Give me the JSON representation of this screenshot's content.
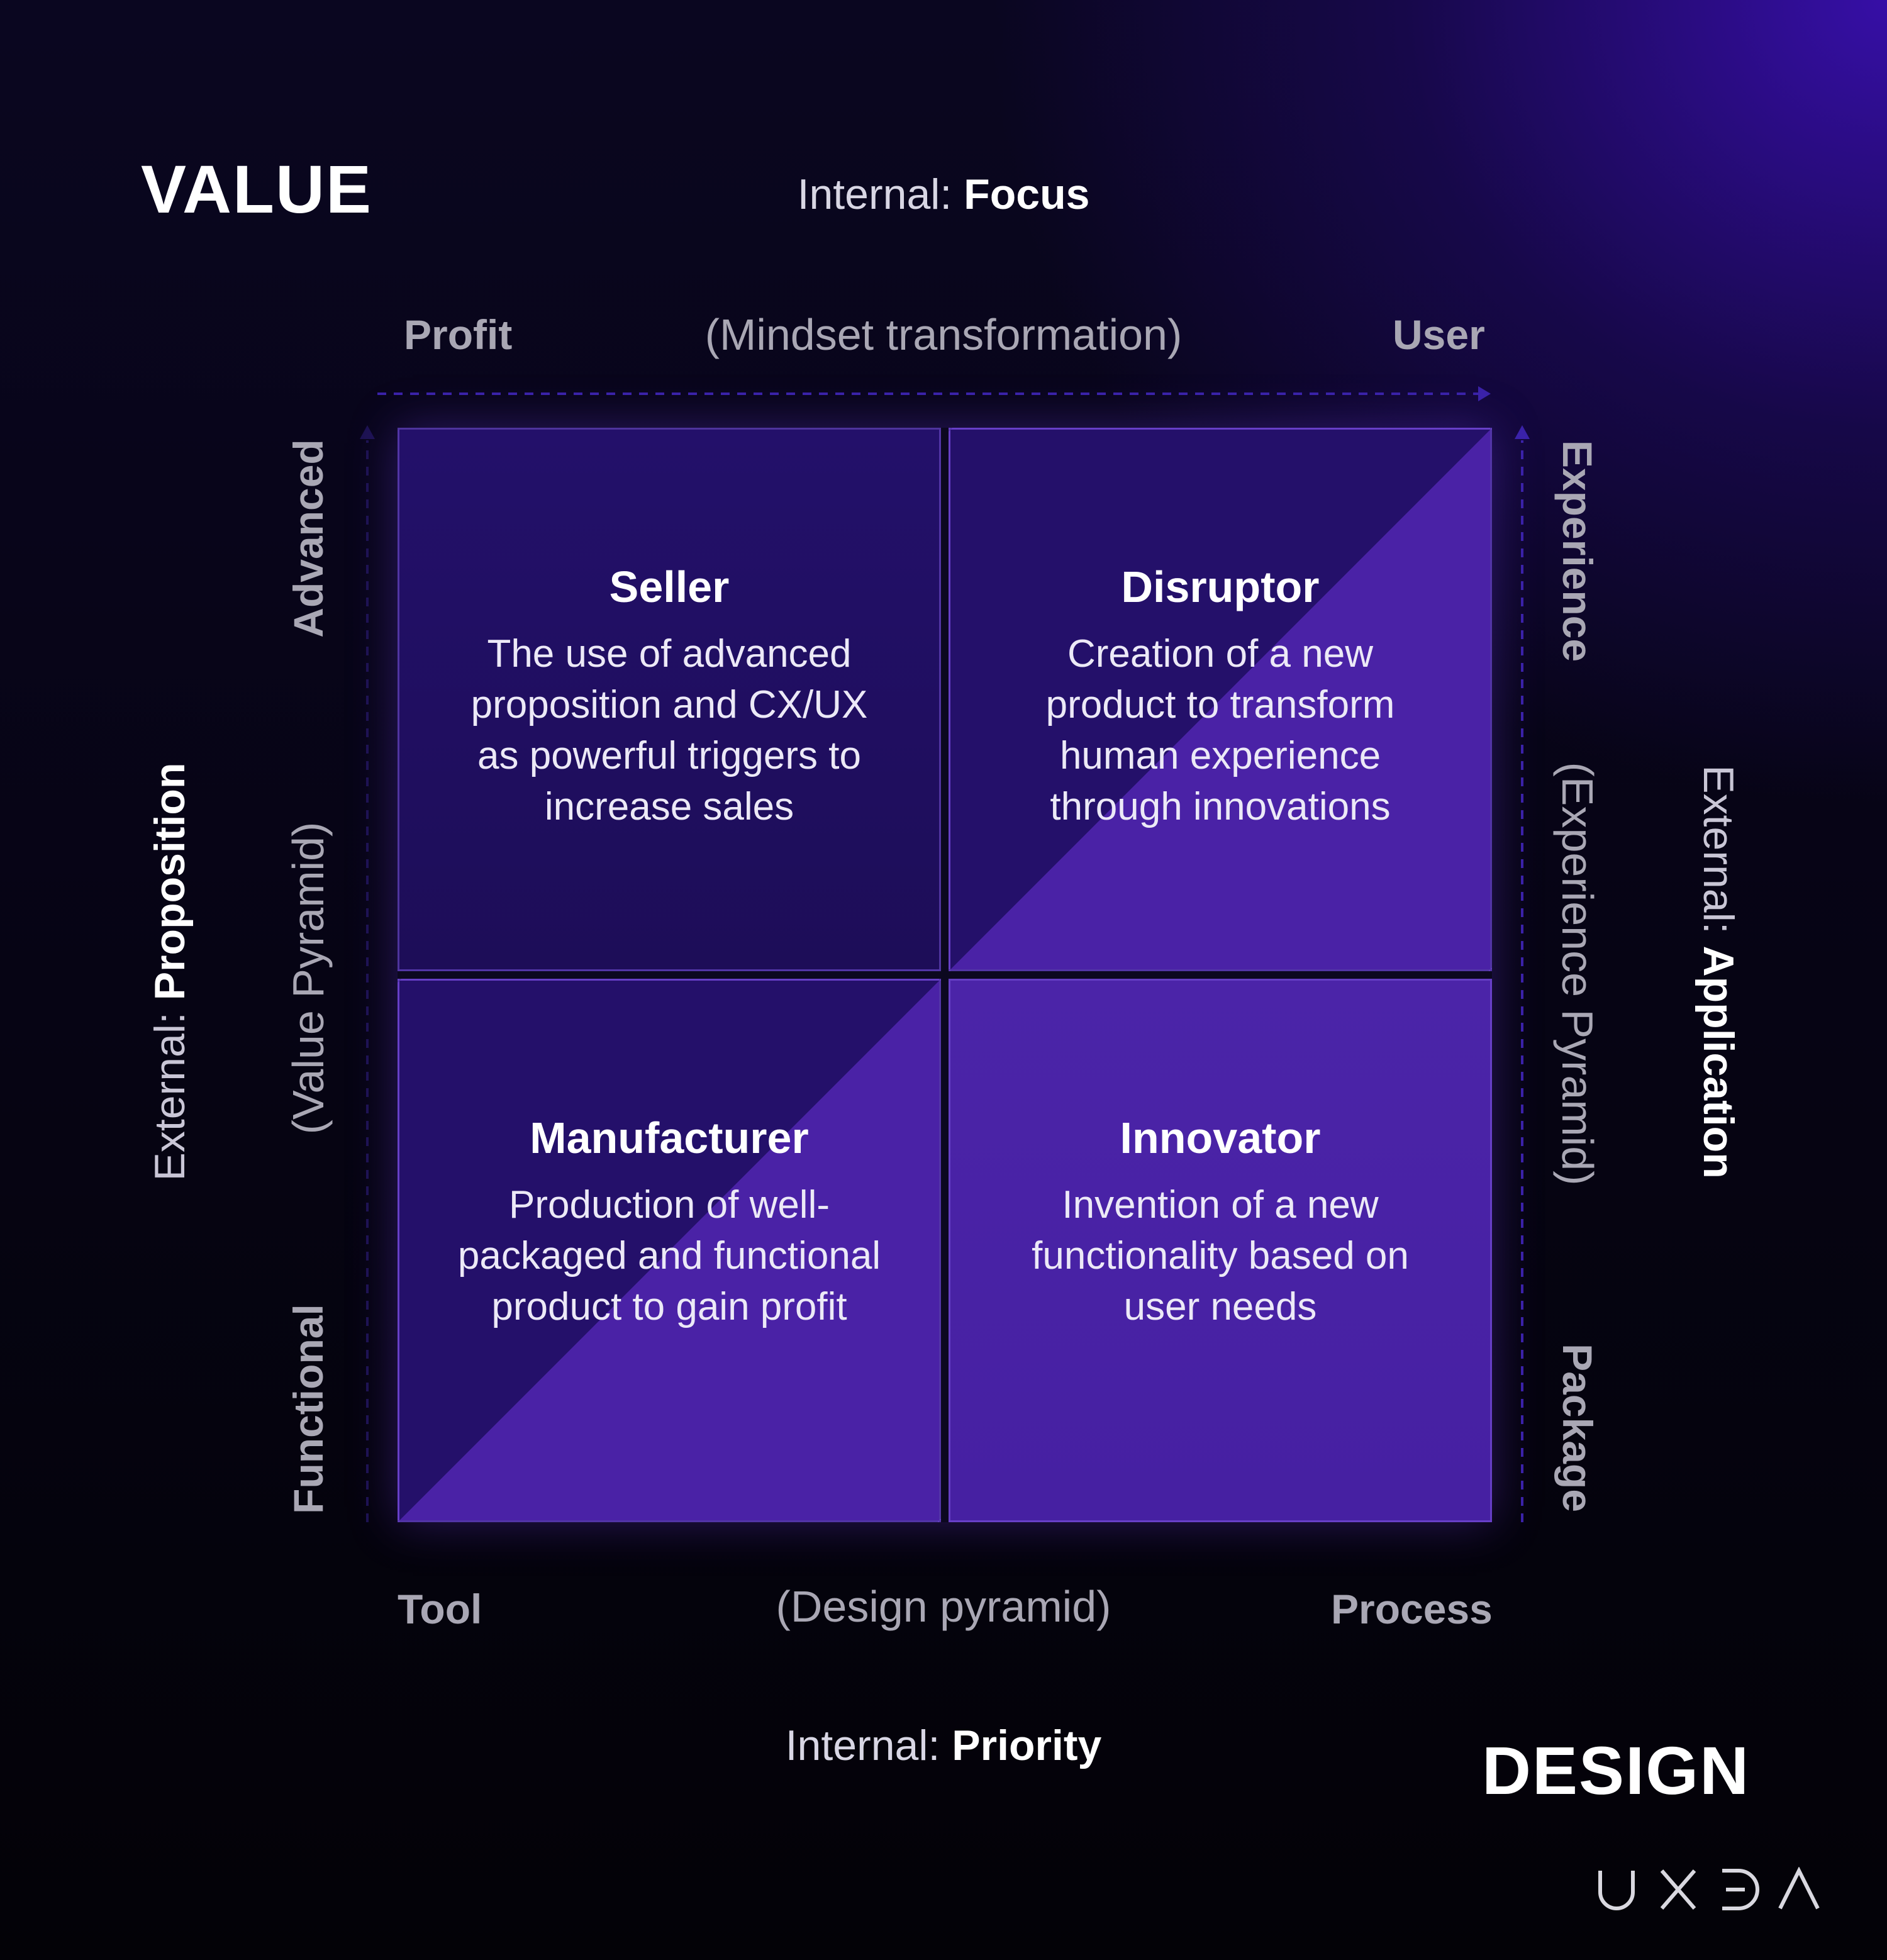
{
  "titles": {
    "value": "VALUE",
    "design": "DESIGN"
  },
  "top_axis": {
    "internal_prefix": "Internal: ",
    "internal_bold": "Focus",
    "left_end": "Profit",
    "middle": "(Mindset transformation)",
    "right_end": "User"
  },
  "bottom_axis": {
    "left_end": "Tool",
    "middle": "(Design pyramid)",
    "right_end": "Process",
    "internal_prefix": "Internal: ",
    "internal_bold": "Priority"
  },
  "left_axis": {
    "external_prefix": "External: ",
    "external_bold": "Proposition",
    "middle": "(Value Pyramid)",
    "top_end": "Advanced",
    "bottom_end": "Functional"
  },
  "right_axis": {
    "top_end": "Experience",
    "middle": "(Experience Pyramid)",
    "bottom_end": "Package",
    "external_prefix": "External: ",
    "external_bold": "Application"
  },
  "quadrants": {
    "seller": {
      "title": "Seller",
      "lines": [
        "The use of advanced",
        "proposition and CX/UX",
        "as powerful triggers to",
        "increase sales"
      ]
    },
    "disruptor": {
      "title": "Disruptor",
      "lines": [
        "Creation of a new",
        "product to transform",
        "human experience",
        "through innovations"
      ]
    },
    "manufacturer": {
      "title": "Manufacturer",
      "lines": [
        "Production of well-",
        "packaged and functional",
        "product to gain profit"
      ]
    },
    "innovator": {
      "title": "Innovator",
      "lines": [
        "Invention of a new",
        "functionality based on",
        "user needs"
      ]
    }
  },
  "logo": "UXDA",
  "colors": {
    "dark_quadrant": "#20105f",
    "light_quadrant": "#4a22a6",
    "accent": "#5a2fd6",
    "divider": "#0c0820"
  }
}
